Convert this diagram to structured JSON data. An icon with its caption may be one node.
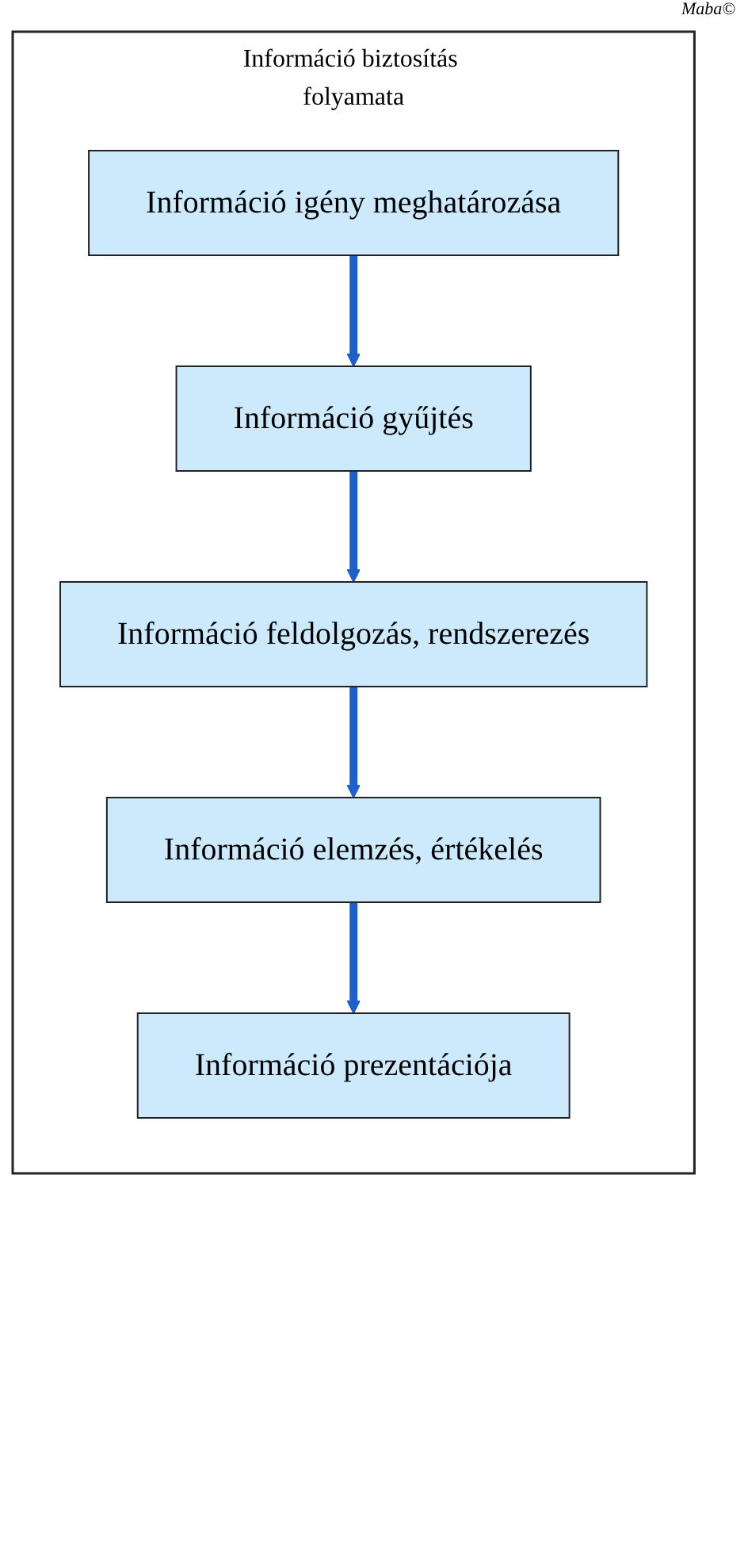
{
  "diagram": {
    "nodes": [
      {
        "text": [
          "Információ biztosítás folyamata"
        ]
      },
      {
        "text": [
          "Információ igény meghatározása"
        ],
        "in": 0
      },
      {
        "text": [
          "Információ gyűjtés"
        ],
        "in": 0
      },
      {
        "text": [
          "Információ feldolgozás, rendszerezés"
        ],
        "in": 0
      },
      {
        "text": [
          "Információ elemzés, értékelés"
        ],
        "in": 0
      },
      {
        "text": [
          "Információ prezentációja"
        ],
        "in": 0
      }
    ],
    "edges": [
      {
        "from": 1,
        "to": 2,
        "arrow": "to"
      },
      {
        "from": 2,
        "to": 3,
        "arrow": "to"
      },
      {
        "from": 3,
        "to": 4,
        "arrow": "to"
      },
      {
        "from": 4,
        "to": 5,
        "arrow": "to"
      }
    ],
    "labels": [
      "Maba©"
    ]
  }
}
